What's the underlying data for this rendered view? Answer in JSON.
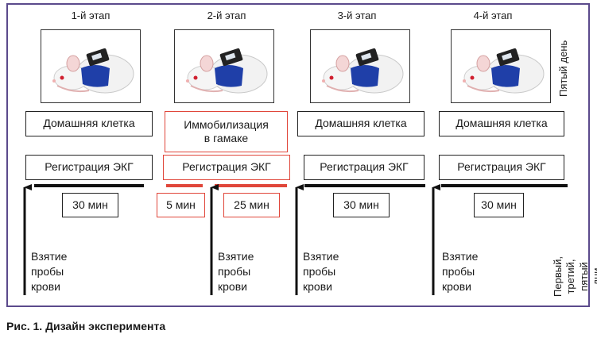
{
  "stages": [
    {
      "label": "1-й этап",
      "context": "Домашняя клетка",
      "ecg": "Регистрация ЭКГ",
      "durations": [
        "30 мин"
      ]
    },
    {
      "label": "2-й этап",
      "context": "Иммобилизация\nв гамаке",
      "ecg": "Регистрация ЭКГ",
      "durations": [
        "5 мин",
        "25 мин"
      ]
    },
    {
      "label": "3-й этап",
      "context": "Домашняя клетка",
      "ecg": "Регистрация ЭКГ",
      "durations": [
        "30 мин"
      ]
    },
    {
      "label": "4-й этап",
      "context": "Домашняя клетка",
      "ecg": "Регистрация ЭКГ",
      "durations": [
        "30 мин"
      ]
    }
  ],
  "blood_sample_label": "Взятие\nпробы\nкрови",
  "side_label_top": "Пятый день",
  "side_label_bottom": "Первый, третий,\nпятый дни",
  "caption": "Рис. 1. Дизайн эксперимента",
  "colors": {
    "frame": "#5b4a8c",
    "highlight": "#e0463a",
    "line": "#111111",
    "vest": "#1f3fa8"
  }
}
